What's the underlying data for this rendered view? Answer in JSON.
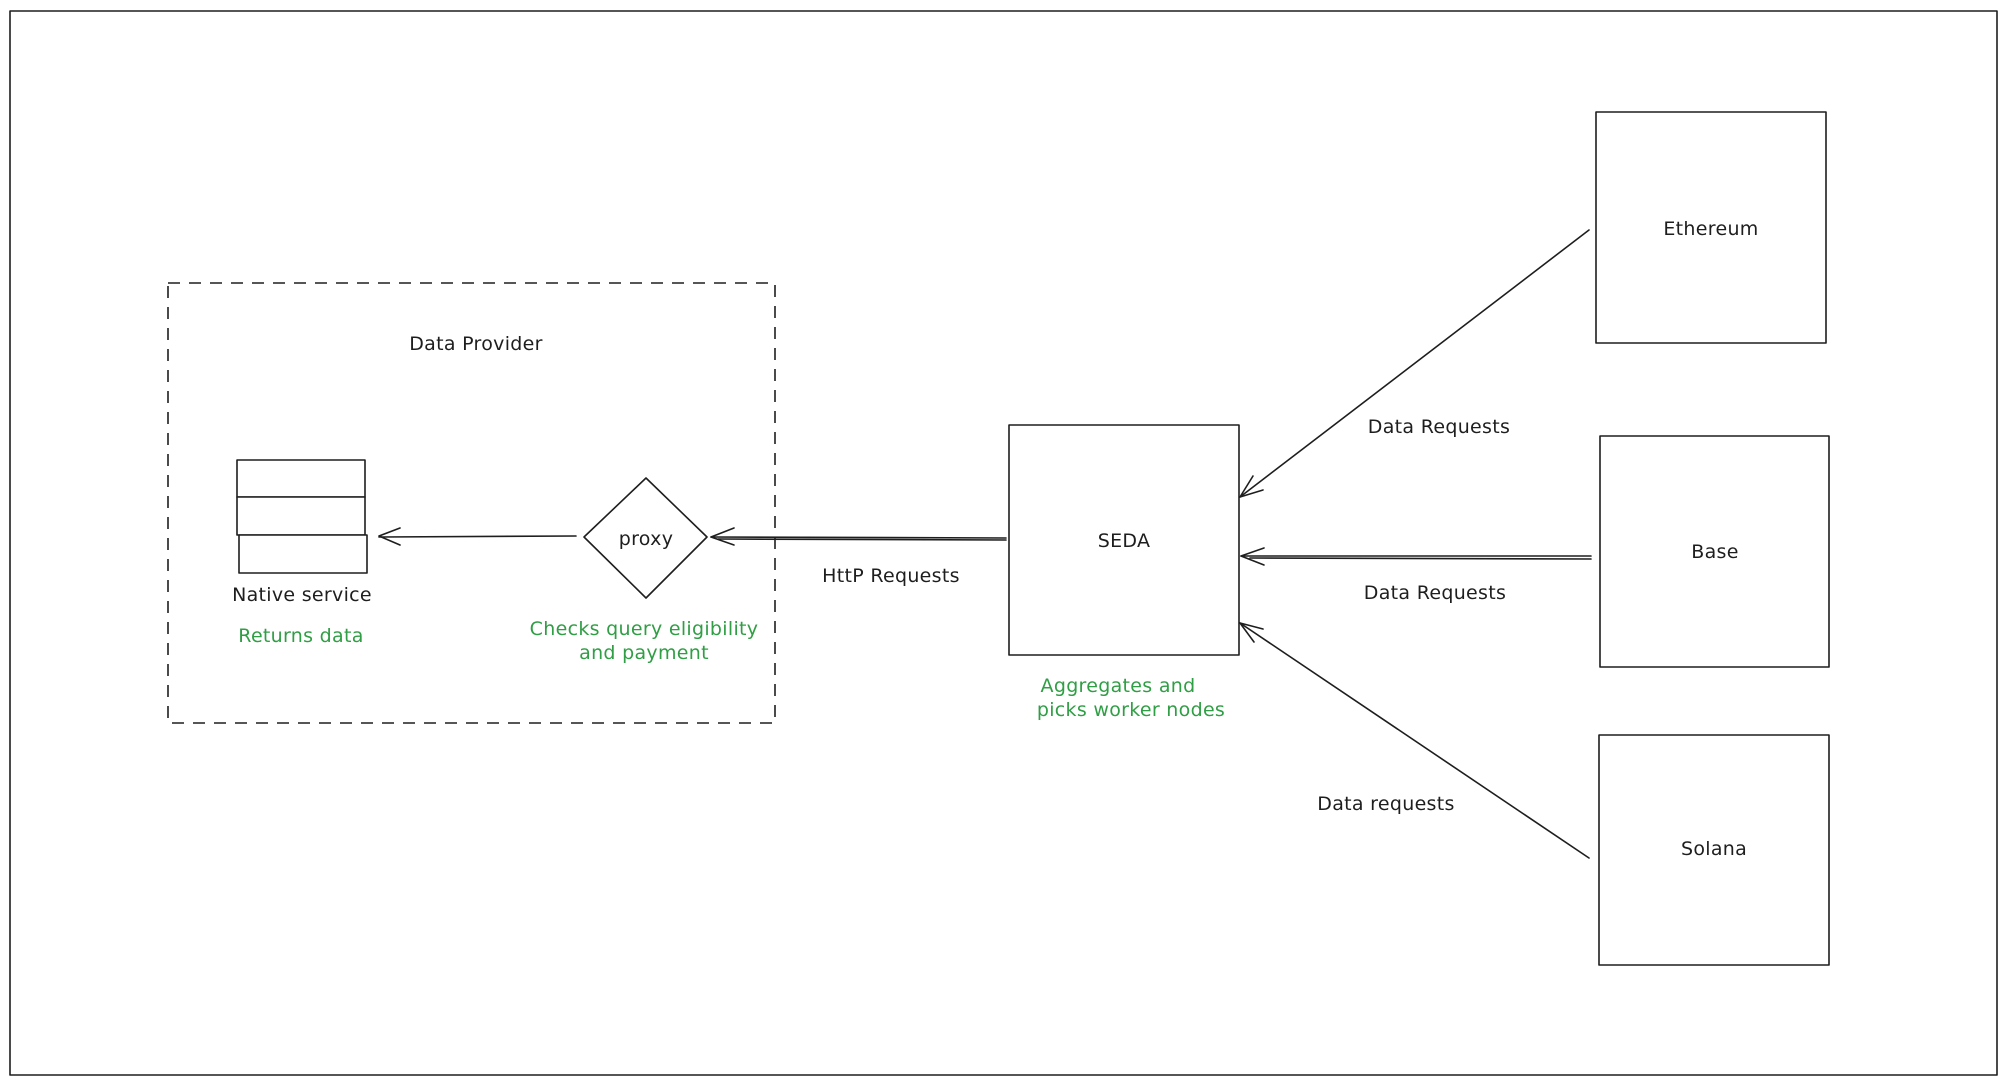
{
  "diagram": {
    "accent_color": "#2f9e44",
    "stroke_color": "#1e1e1e",
    "groups": [
      {
        "id": "data-provider",
        "label": "Data Provider",
        "border": "dashed"
      }
    ],
    "nodes": {
      "native_service": {
        "label": "Native service",
        "shape": "stacked-rows",
        "note": "Returns data"
      },
      "proxy": {
        "label": "proxy",
        "shape": "diamond",
        "note": [
          "Checks query eligibility",
          "and payment"
        ]
      },
      "seda": {
        "label": "SEDA",
        "shape": "rectangle",
        "note": [
          "Aggregates and",
          "picks worker nodes"
        ]
      },
      "ethereum": {
        "label": "Ethereum",
        "shape": "rectangle"
      },
      "base": {
        "label": "Base",
        "shape": "rectangle"
      },
      "solana": {
        "label": "Solana",
        "shape": "rectangle"
      }
    },
    "edges": [
      {
        "from": "ethereum",
        "to": "seda",
        "label": "Data Requests"
      },
      {
        "from": "base",
        "to": "seda",
        "label": "Data Requests"
      },
      {
        "from": "solana",
        "to": "seda",
        "label": "Data requests"
      },
      {
        "from": "seda",
        "to": "proxy",
        "label": "HttP Requests"
      },
      {
        "from": "proxy",
        "to": "native_service",
        "label": ""
      }
    ]
  }
}
